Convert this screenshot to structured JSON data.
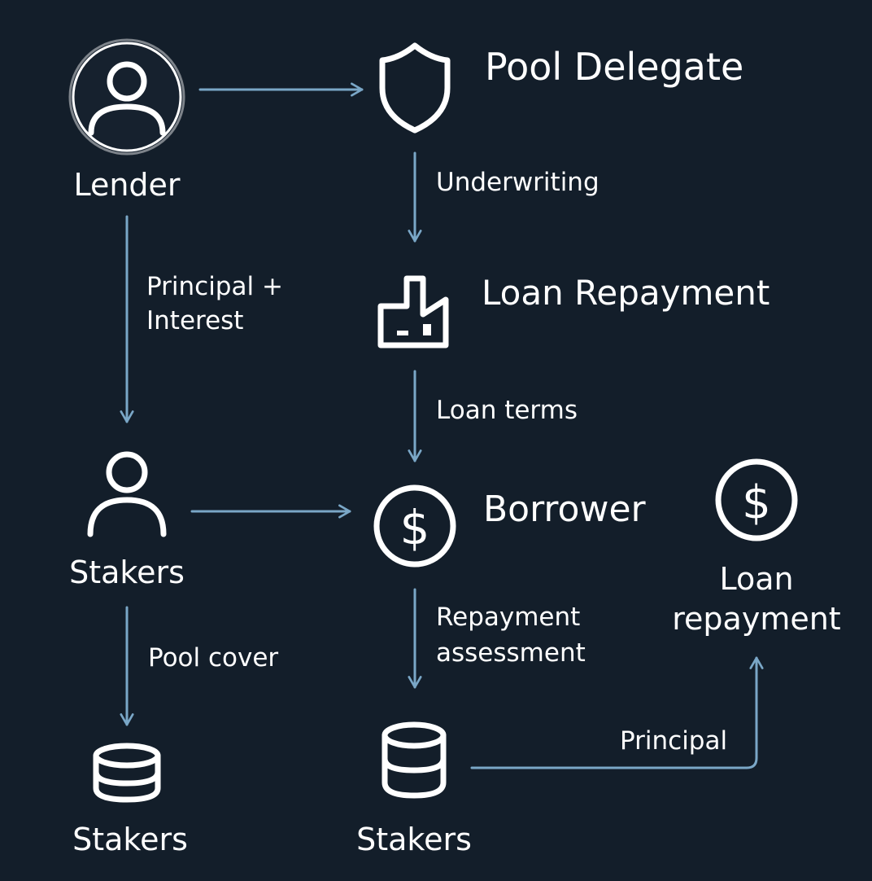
{
  "nodes": {
    "lender": "Lender",
    "pool_delegate": "Pool Delegate",
    "loan_repayment_top": "Loan Repayment",
    "stakers_left": "Stakers",
    "borrower": "Borrower",
    "loan_repayment_right_line1": "Loan",
    "loan_repayment_right_line2": "repayment",
    "stakers_bottom_left": "Stakers",
    "stakers_bottom_center": "Stakers"
  },
  "edges": {
    "underwriting": "Underwriting",
    "principal_interest_line1": "Principal +",
    "principal_interest_line2": "Interest",
    "loan_terms": "Loan terms",
    "repayment_assessment_line1": "Repayment",
    "repayment_assessment_line2": "assessment",
    "pool_cover": "Pool cover",
    "principal": "Principal"
  },
  "icons": {
    "lender": "user-icon",
    "pool_delegate": "shield-icon",
    "loan_repayment_top": "factory-icon",
    "stakers_left": "user-icon",
    "borrower": "dollar-coin-icon",
    "loan_repayment_right": "dollar-coin-icon",
    "stakers_bottom_left": "database-icon",
    "stakers_bottom_center": "database-icon"
  },
  "colors": {
    "background": "#131e2a",
    "arrow": "#7aa7c7",
    "text": "#ffffff"
  }
}
